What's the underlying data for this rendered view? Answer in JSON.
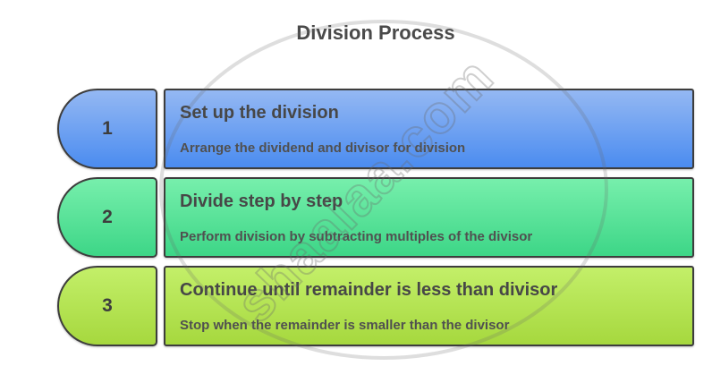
{
  "page": {
    "title": "Division Process"
  },
  "watermark": {
    "text": "shaalaa.com"
  },
  "colors": {
    "border": "#3d3d3d",
    "title_text": "#4a4a4a",
    "step_text": "#474747"
  },
  "steps": [
    {
      "number": "1",
      "title": "Set up the division",
      "description": "Arrange the dividend and divisor for division",
      "gradient_top": "#94b8f3",
      "gradient_bottom": "#4b8cf0"
    },
    {
      "number": "2",
      "title": "Divide step by step",
      "description": "Perform division by subtracting multiples of the divisor",
      "gradient_top": "#77efac",
      "gradient_bottom": "#3dd687"
    },
    {
      "number": "3",
      "title": "Continue until remainder is less than divisor",
      "description": "Stop when the remainder is smaller than the divisor",
      "gradient_top": "#c3ef69",
      "gradient_bottom": "#a6d83e"
    }
  ]
}
